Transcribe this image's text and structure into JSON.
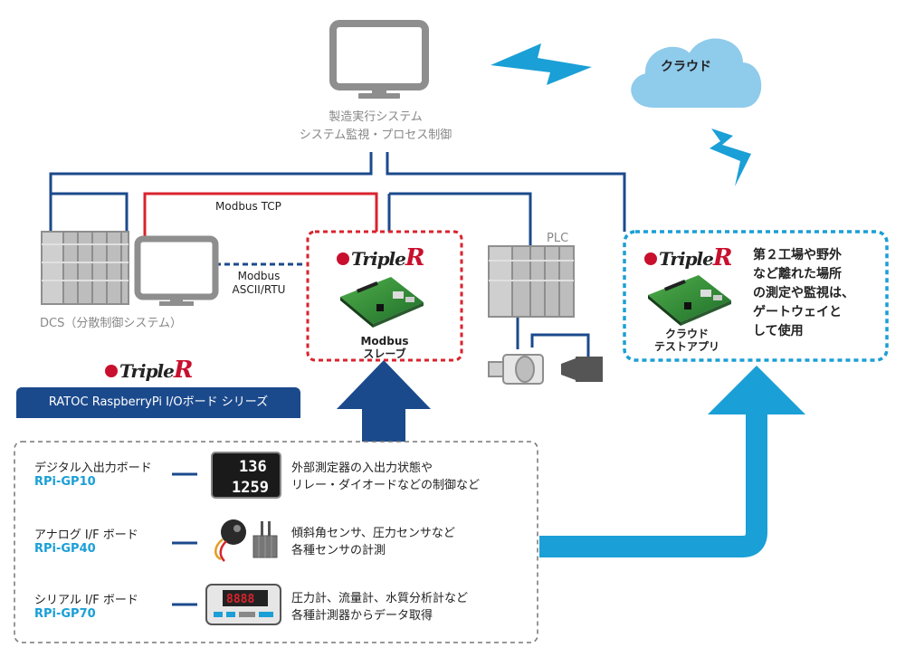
{
  "mes": {
    "line1": "製造実行システム",
    "line2": "システム監視・プロセス制御"
  },
  "cloud": {
    "label": "クラウド"
  },
  "links": {
    "modbus_tcp": "Modbus TCP",
    "modbus_ascii_1": "Modbus",
    "modbus_ascii_2": "ASCII/RTU"
  },
  "dcs": {
    "label": "DCS（分散制御システム）"
  },
  "plc": {
    "label": "PLC"
  },
  "slave": {
    "brand": "Triple",
    "brand_r": "R",
    "line1": "Modbus",
    "line2": "スレーブ"
  },
  "cloud_test": {
    "brand": "Triple",
    "brand_r": "R",
    "line1": "クラウド",
    "line2": "テストアプリ",
    "description": [
      "第２工場や野外",
      "など離れた場所",
      "の測定や監視は、",
      "ゲートウェイと",
      "して使用"
    ]
  },
  "series": {
    "brand": "Triple",
    "brand_r": "R",
    "banner": "RATOC RaspberryPi I/Oボード シリーズ"
  },
  "boards": [
    {
      "name": "デジタル入出力ボード",
      "model": "RPi-GP10",
      "desc1": "外部測定器の入出力状態や",
      "desc2": "リレー・ダイオードなどの制御など",
      "display_top": "136",
      "display_bottom": "1259"
    },
    {
      "name": "アナログ I/F ボード",
      "model": "RPi-GP40",
      "desc1": "傾斜角センサ、圧力センサなど",
      "desc2": "各種センサの計測"
    },
    {
      "name": "シリアル I/F ボード",
      "model": "RPi-GP70",
      "desc1": "圧力計、流量計、水質分析計など",
      "desc2": "各種計測器からデータ取得",
      "display": "8888"
    }
  ],
  "colors": {
    "navy": "#1b4a8c",
    "red": "#d9232d",
    "sky": "#1a9fd6",
    "cloud": "#8fcbeb",
    "gray": "#9a9a9a"
  }
}
